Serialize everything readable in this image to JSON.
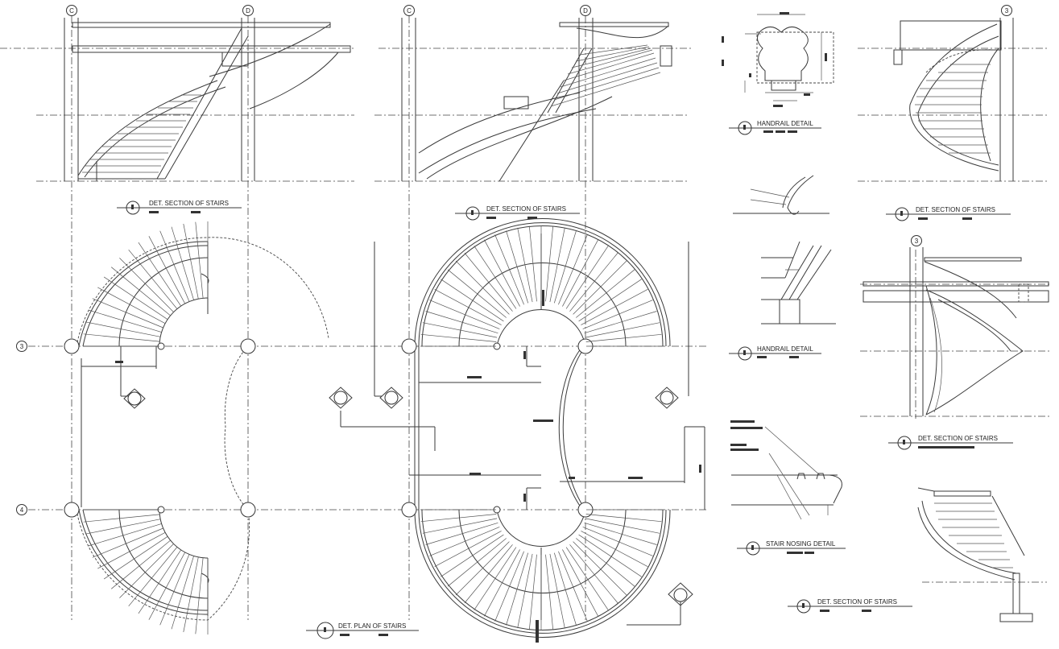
{
  "drawing": {
    "grid_labels": {
      "c": "C",
      "d": "D",
      "three": "3",
      "four": "4"
    },
    "titles": {
      "section_1": "DET. SECTION OF STAIRS",
      "section_2": "DET. SECTION OF STAIRS",
      "handrail_1": "HANDRAIL DETAIL",
      "section_3": "DET. SECTION OF STAIRS",
      "handrail_2": "HANDRAIL DETAIL",
      "section_4": "DET. SECTION OF STAIRS",
      "nosing": "STAIR NOSING DETAIL",
      "section_5": "DET. SECTION OF STAIRS",
      "plan": "DET. PLAN OF STAIRS"
    },
    "colors": {
      "line": "#3a3a3a",
      "fill_mark": "#333333",
      "background": "#ffffff"
    }
  }
}
